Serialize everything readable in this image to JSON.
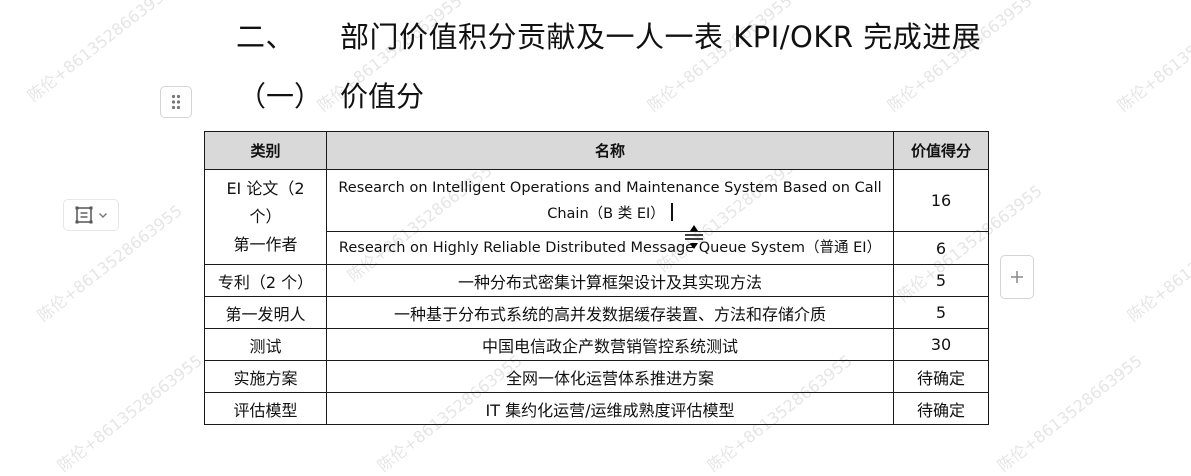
{
  "document": {
    "heading1_number": "二、",
    "heading1_text": "部门价值积分贡献及一人一表 KPI/OKR 完成进展",
    "heading2_number": "（一）",
    "heading2_text": "价值分"
  },
  "watermark_text": "陈伦+8613528663955",
  "table": {
    "headers": {
      "category": "类别",
      "name": "名称",
      "score": "价值得分"
    },
    "rows": [
      {
        "category_line1": "EI 论文（2 个）",
        "category_line2": "第一作者",
        "name": "Research on Intelligent Operations and Maintenance System Based on Call Chain（B 类 EI）",
        "score": "16"
      },
      {
        "name": "Research on Highly Reliable Distributed Message Queue System（普通 EI）",
        "score": "6"
      },
      {
        "category_line1": "专利（2 个）",
        "name": "一种分布式密集计算框架设计及其实现方法",
        "score": "5"
      },
      {
        "category_line1": "第一发明人",
        "name": "一种基于分布式系统的高并发数据缓存装置、方法和存储介质",
        "score": "5"
      },
      {
        "category": "测试",
        "name": "中国电信政企产数营销管控系统测试",
        "score": "30"
      },
      {
        "category": "实施方案",
        "name": "全网一体化运营体系推进方案",
        "score": "待确定"
      },
      {
        "category": "评估模型",
        "name": "IT 集约化运营/运维成熟度评估模型",
        "score": "待确定"
      }
    ]
  },
  "icons": {
    "drag_handle": "drag-dots-icon",
    "block_type": "block-type-icon",
    "chevron": "chevron-down-icon",
    "add": "plus-icon"
  }
}
